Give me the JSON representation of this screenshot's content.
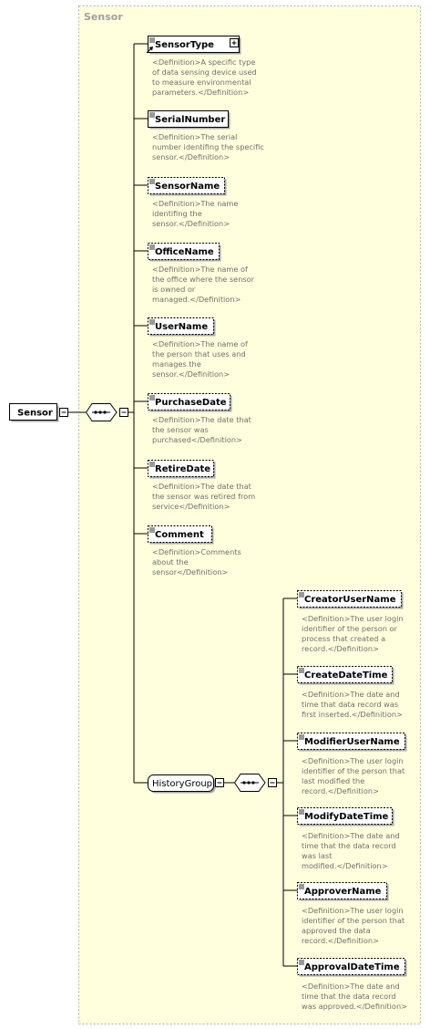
{
  "complex_type": {
    "label": "Sensor"
  },
  "root": {
    "name": "Sensor"
  },
  "elements": [
    {
      "name": "SensorType",
      "required": true,
      "expandable": true,
      "reference": true,
      "definition": [
        "<Definition>A specific type",
        "of data sensing device used",
        "to measure environmental",
        "parameters.</Definition>"
      ]
    },
    {
      "name": "SerialNumber",
      "required": true,
      "definition": [
        "<Definition>The serial",
        "number identifing the specific",
        "sensor.</Definition>"
      ]
    },
    {
      "name": "SensorName",
      "required": false,
      "definition": [
        "<Definition>The name",
        "identifing the",
        "sensor.</Definition>"
      ]
    },
    {
      "name": "OfficeName",
      "required": false,
      "definition": [
        "<Definition>The name of",
        "the office where the sensor",
        "is owned or",
        "managed.</Definition>"
      ]
    },
    {
      "name": "UserName",
      "required": false,
      "definition": [
        "<Definition>The name of",
        "the person that uses and",
        "manages the",
        "sensor.</Definition>"
      ]
    },
    {
      "name": "PurchaseDate",
      "required": false,
      "definition": [
        "<Definition>The date that",
        "the sensor was",
        "purchased</Definition>"
      ]
    },
    {
      "name": "RetireDate",
      "required": false,
      "definition": [
        "<Definition>The date that",
        "the sensor was retired from",
        "service</Definition>"
      ]
    },
    {
      "name": "Comment",
      "required": false,
      "definition": [
        "<Definition>Comments",
        "about the",
        "sensor</Definition>"
      ]
    }
  ],
  "group": {
    "name": "HistoryGroup",
    "elements": [
      {
        "name": "CreatorUserName",
        "definition": [
          "<Definition>The user login",
          "identifier of the person or",
          "process that created a",
          "record.</Definition>"
        ]
      },
      {
        "name": "CreateDateTime",
        "definition": [
          "<Definition>The date and",
          "time that data record was",
          "first inserted.</Definition>"
        ]
      },
      {
        "name": "ModifierUserName",
        "definition": [
          "<Definition>The user login",
          "identifier of the person that",
          "last modified the",
          "record.</Definition>"
        ]
      },
      {
        "name": "ModifyDateTime",
        "definition": [
          "<Definition>The date and",
          "time that the data record",
          "was last",
          "modified.</Definition>"
        ]
      },
      {
        "name": "ApproverName",
        "definition": [
          "<Definition>The user login",
          "identifier of the person that",
          "approved the data",
          "record.</Definition>"
        ]
      },
      {
        "name": "ApprovalDateTime",
        "definition": [
          "<Definition>The date and",
          "time that the data record",
          "was approved.</Definition>"
        ]
      }
    ]
  },
  "colors": {
    "panel_fill": "#ffffdd",
    "panel_border": "#b0b0b0",
    "annotation_text": "#707070",
    "line": "#000000"
  },
  "icons": {
    "expand": "plus-box-icon",
    "collapse": "minus-box-icon",
    "sequence": "sequence-compositor-icon",
    "reference": "reference-arrow-icon"
  }
}
